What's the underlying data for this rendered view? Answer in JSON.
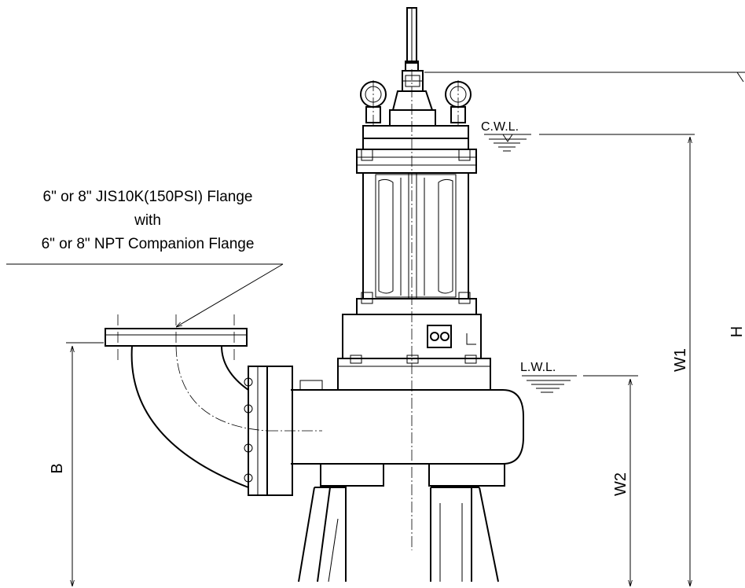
{
  "callout": {
    "line1": "6\" or 8\" JIS10K(150PSI) Flange",
    "line2": "with",
    "line3": "6\" or 8\" NPT Companion Flange"
  },
  "levels": {
    "cwl": "C.W.L.",
    "lwl": "L.W.L."
  },
  "dimensions": {
    "b": "B",
    "w1": "W1",
    "w2": "W2",
    "h": "H"
  }
}
